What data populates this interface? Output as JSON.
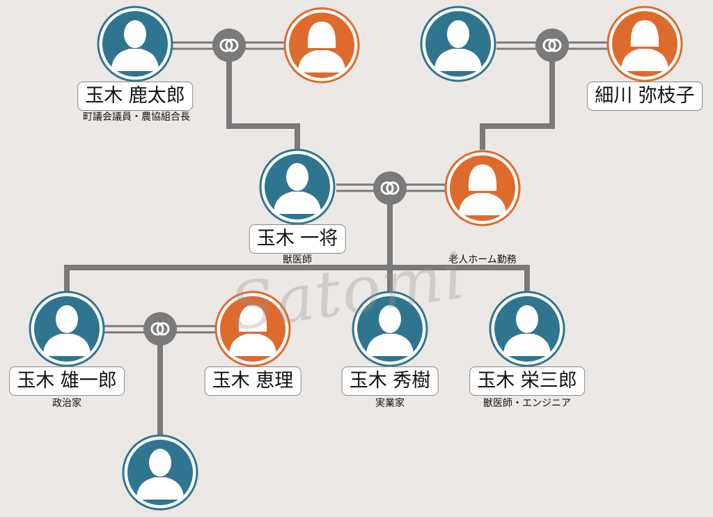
{
  "colors": {
    "male": "#2f7590",
    "female": "#de6a2c",
    "line": "#7a7a7a",
    "background": "#ece8e5"
  },
  "people": {
    "kantaro": {
      "name": "玉木 鹿太郎",
      "title": "町議会議員・農協組合長"
    },
    "yaeko": {
      "name": "細川 弥枝子"
    },
    "kazumasa": {
      "name": "玉木 一将",
      "title": "獣医師"
    },
    "mother": {
      "title": "老人ホーム勤務"
    },
    "yuichiro": {
      "name": "玉木 雄一郎",
      "title": "政治家"
    },
    "eri": {
      "name": "玉木 恵理"
    },
    "hideki": {
      "name": "玉木 秀樹",
      "title": "実業家"
    },
    "eizaburo": {
      "name": "玉木 栄三郎",
      "title": "獣医師・エンジニア"
    }
  },
  "watermark": "Satomi"
}
